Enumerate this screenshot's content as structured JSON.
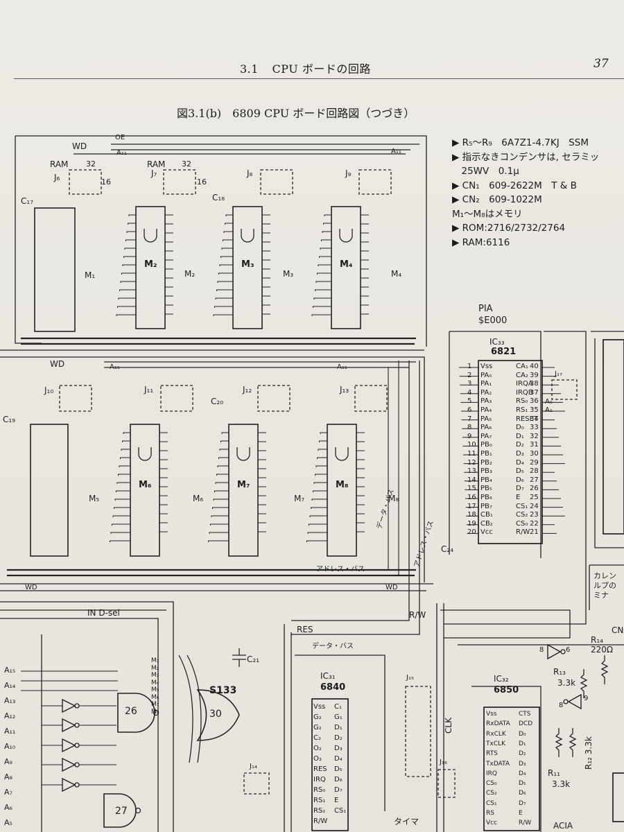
{
  "header": {
    "section": "3.1",
    "title": "CPU ボードの回路",
    "page_number": "37"
  },
  "caption": "図3.1(b)　6809 CPU ボード回路図（つづき）",
  "notes": [
    "▶ R₅〜R₉　6A7Z1-4.7KJ　SSM",
    "▶ 指示なきコンデンサは, セラミッ",
    "　25WV　0.1μ",
    "▶ CN₁　609-2622M　T & B",
    "▶ CN₂　609-1022M",
    "M₁〜M₈はメモリ",
    "▶ ROM:2716/2732/2764",
    "▶ RAM:6116"
  ],
  "memory_top": {
    "wd": "WD",
    "oe": "OE",
    "a11": "A₁₁",
    "ram_left": "RAM",
    "ram_mid": "RAM",
    "pin32": "32",
    "pin16": "16",
    "jumpers": [
      "J₆",
      "J₇",
      "J₈",
      "J₉"
    ],
    "chips": [
      "M₂",
      "M₃",
      "M₄"
    ],
    "caps": [
      "C₁₇",
      "C₁₈"
    ],
    "m_labels": [
      "M₁",
      "M₂",
      "M₃",
      "M₄"
    ]
  },
  "memory_bottom": {
    "wd": "WD",
    "a11": "A₁₁",
    "jumpers": [
      "J₁₀",
      "J₁₁",
      "J₁₂",
      "J₁₃"
    ],
    "chips": [
      "M₆",
      "M₇",
      "M₈"
    ],
    "caps": [
      "C₁₉",
      "C₂₀"
    ],
    "m_labels": [
      "M₅",
      "M₆",
      "M₇",
      "M₈"
    ],
    "data_bus": "データ・バス",
    "address_bus": "アドレス・バス"
  },
  "pia": {
    "title": "PIA",
    "address": "$E000",
    "ic": "IC₃₃",
    "part": "6821",
    "left_pins": [
      "Vss",
      "PA₀",
      "PA₁",
      "PA₂",
      "PA₃",
      "PA₄",
      "PA₅",
      "PA₆",
      "PA₇",
      "PB₀",
      "PB₁",
      "PB₂",
      "PB₃",
      "PB₄",
      "PB₅",
      "PB₆",
      "PB₇",
      "CB₁",
      "CB₂",
      "Vcc"
    ],
    "right_pins": [
      "CA₁",
      "CA₂",
      "IRQA",
      "IRQB",
      "RS₀",
      "RS₁",
      "RESET",
      "D₀",
      "D₁",
      "D₂",
      "D₃",
      "D₄",
      "D₅",
      "D₆",
      "D₇",
      "E",
      "CS₁",
      "CS₂",
      "CS₀",
      "R/W"
    ],
    "left_nums": [
      "1",
      "2",
      "3",
      "4",
      "5",
      "6",
      "7",
      "8",
      "9",
      "10",
      "11",
      "12",
      "13",
      "14",
      "15",
      "16",
      "17",
      "18",
      "19",
      "20"
    ],
    "right_nums": [
      "40",
      "39",
      "38",
      "37",
      "36",
      "35",
      "34",
      "33",
      "32",
      "31",
      "30",
      "29",
      "28",
      "27",
      "26",
      "25",
      "24",
      "23",
      "22",
      "21"
    ],
    "jumper": "J₁₇",
    "cap": "C₂₄",
    "a0": "A₀",
    "a1": "A₁"
  },
  "decoder": {
    "in_dsel": "IN D-sel",
    "address_inputs": [
      "A₁₅",
      "A₁₄",
      "A₁₃",
      "A₁₂",
      "A₁₁",
      "A₁₀",
      "A₉",
      "A₈",
      "A₇",
      "A₆",
      "A₅"
    ],
    "gate26": "26",
    "gate27": "27",
    "gate30": "30",
    "s133": "S133",
    "m_inputs": [
      "M₁",
      "M₂",
      "M₃",
      "M₄",
      "M₅",
      "M₆",
      "M₇",
      "M₈"
    ],
    "cap": "C₂₁",
    "wd": "WD",
    "res": "RES",
    "rw": "R/W"
  },
  "ptm": {
    "ic": "IC₃₁",
    "part": "6840",
    "data_bus": "データ・バス",
    "jumper14": "J₁₄",
    "jumper15": "J₁₅",
    "timer": "タイマ",
    "left_pins": [
      "Vss",
      "G₂",
      "G₂",
      "C₂",
      "O₂",
      "O₃",
      "RES",
      "IRQ",
      "RS₀",
      "RS₁",
      "RS₂",
      "R/W"
    ],
    "right_pins": [
      "C₁",
      "G₁",
      "D₁",
      "D₂",
      "D₃",
      "D₄",
      "D₅",
      "D₆",
      "D₇",
      "E",
      "CS₁"
    ]
  },
  "acia": {
    "ic": "IC₃₂",
    "part": "6850",
    "label": "ACIA",
    "clk": "CLK",
    "jumper": "J₁₆",
    "left_pins": [
      "Vss",
      "RxDATA",
      "RxCLK",
      "TxCLK",
      "RTS",
      "TxDATA",
      "IRQ",
      "CS₀",
      "CS₂",
      "CS₁",
      "RS",
      "Vcc"
    ],
    "right_pins": [
      "CTS",
      "DCD",
      "D₀",
      "D₁",
      "D₂",
      "D₃",
      "D₄",
      "D₅",
      "D₆",
      "D₇",
      "E",
      "R/W"
    ],
    "r13": "R₁₃",
    "r13_val": "3.3k",
    "r11": "R₁₁",
    "r11_val": "3.3k",
    "r12": "R₁₂ 3.3k",
    "r14": "R₁₄",
    "r14_val": "220Ω",
    "gate_num": "6",
    "gate_in": "8",
    "gate_b": "8",
    "gate_b2": "9",
    "cn": "CN",
    "note1": "カレン",
    "note2": "ルプの",
    "note3": "ミナ"
  }
}
